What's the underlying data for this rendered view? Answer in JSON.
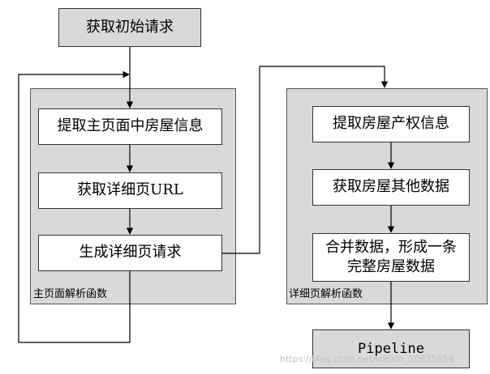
{
  "nodes": {
    "start": "获取初始请求",
    "extract_main": "提取主页面中房屋信息",
    "get_detail_url": "获取详细页URL",
    "gen_detail_request": "生成详细页请求",
    "extract_property": "提取房屋产权信息",
    "get_other_data": "获取房屋其他数据",
    "merge_data": "合并数据，形成一条完整房屋数据",
    "pipeline": "Pipeline"
  },
  "groups": {
    "main_parser": "主页面解析函数",
    "detail_parser": "详细页解析函数"
  },
  "watermark": "https://blog.csdn.net/weixin_50835854"
}
